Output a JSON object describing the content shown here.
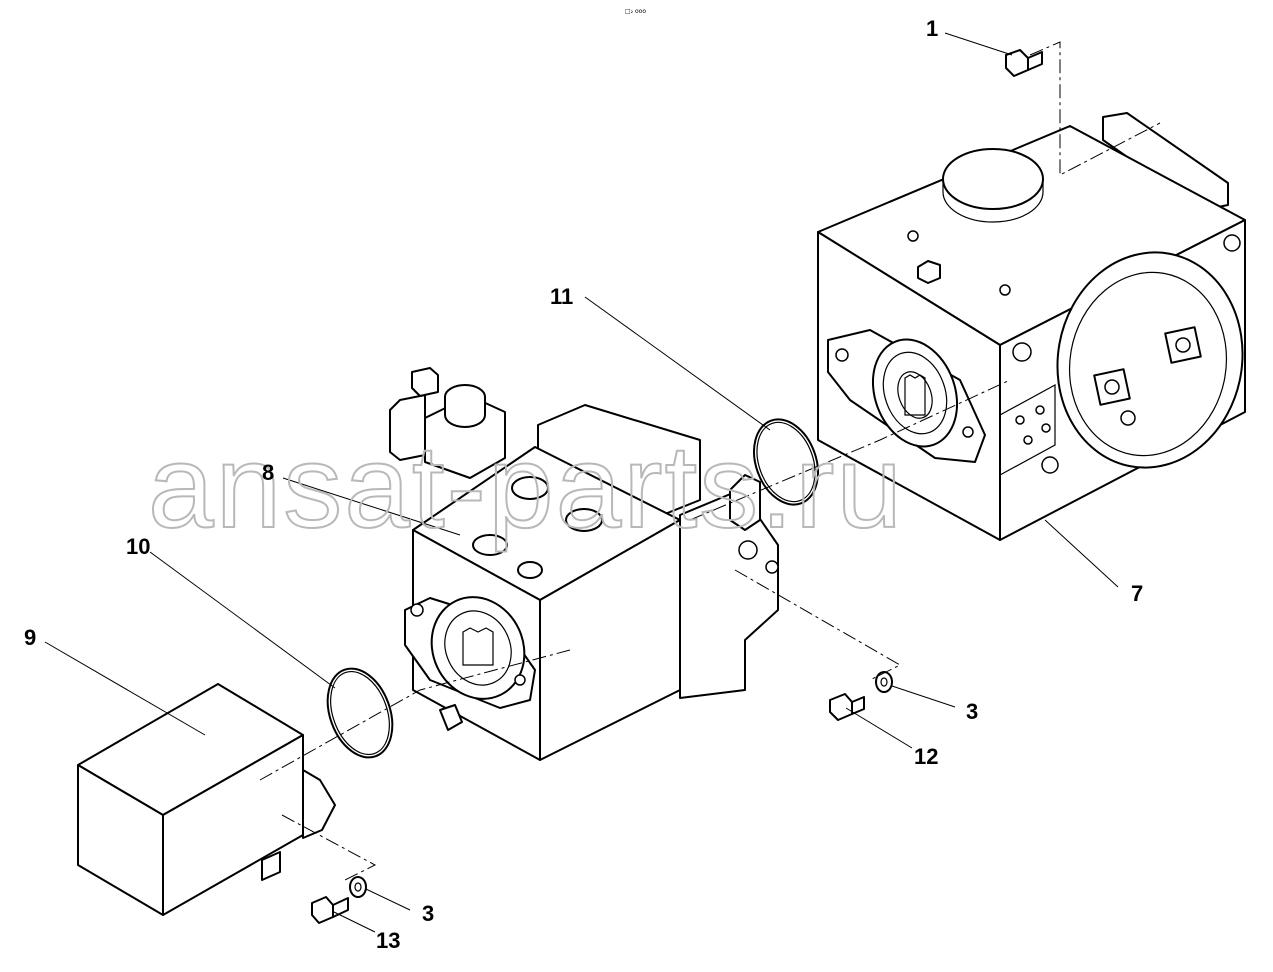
{
  "header": {
    "code": "□₂ ooo"
  },
  "watermark": "ansat-parts.ru",
  "callouts": {
    "c1": "1",
    "c3a": "3",
    "c3b": "3",
    "c7": "7",
    "c8": "8",
    "c9": "9",
    "c10": "10",
    "c11": "11",
    "c12": "12",
    "c13": "13"
  }
}
